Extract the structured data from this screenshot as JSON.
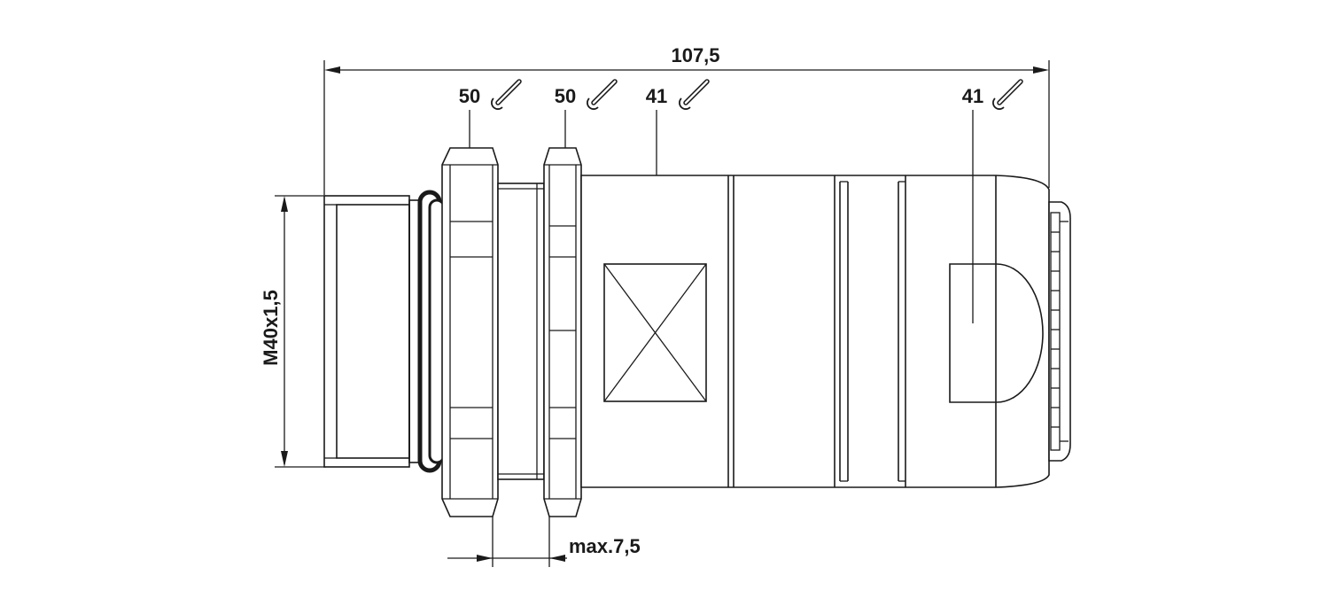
{
  "dimensions": {
    "overall_length": "107,5",
    "thread": "M40x1,5",
    "panel_thickness": "max.7,5"
  },
  "wrench_sizes": [
    {
      "label": "50"
    },
    {
      "label": "50"
    },
    {
      "label": "41"
    },
    {
      "label": "41"
    }
  ]
}
